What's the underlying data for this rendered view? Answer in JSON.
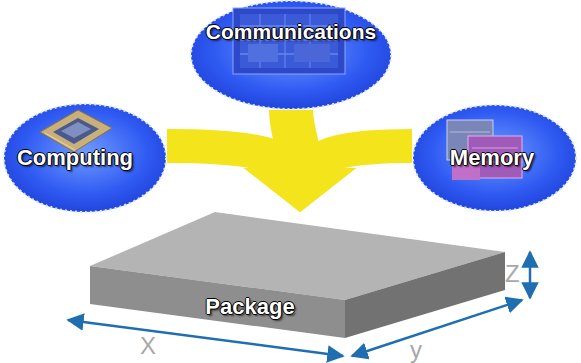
{
  "diagram": {
    "nodes": [
      {
        "text": [
          "Communications"
        ]
      },
      {
        "text": [
          "Computing"
        ]
      },
      {
        "text": [
          "Memory"
        ]
      },
      {
        "text": [
          "Package"
        ]
      }
    ],
    "edges": [
      {
        "from": 0,
        "to": 3,
        "arrow": "to"
      },
      {
        "from": 1,
        "to": 3,
        "arrow": "to"
      },
      {
        "from": 2,
        "to": 3,
        "arrow": "to"
      }
    ],
    "labels": [
      "X",
      "y",
      "Z"
    ]
  }
}
